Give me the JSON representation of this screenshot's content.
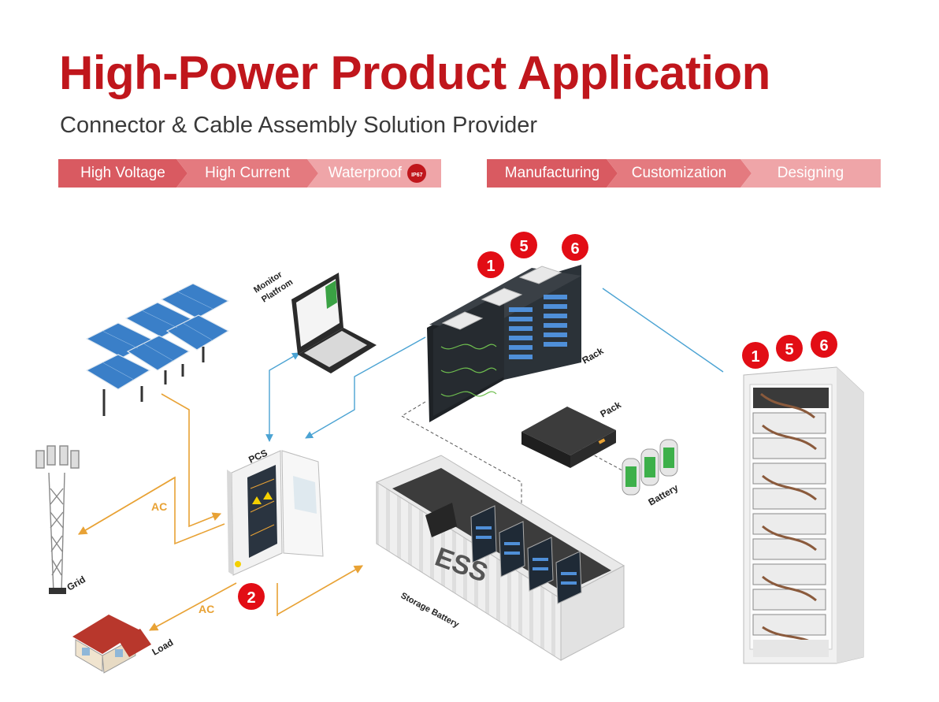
{
  "header": {
    "title": "High-Power Product Application",
    "subtitle": "Connector & Cable Assembly Solution Provider"
  },
  "feature_tags": [
    {
      "label": "High Voltage"
    },
    {
      "label": "High Current"
    },
    {
      "label": "Waterproof",
      "badge": "IP67"
    }
  ],
  "service_tags": [
    {
      "label": "Manufacturing"
    },
    {
      "label": "Customization"
    },
    {
      "label": "Designing"
    }
  ],
  "diagram": {
    "labels": {
      "monitor": [
        "Monitor",
        "Platfrom"
      ],
      "rack": "Rack",
      "pack": "Pack",
      "battery": "Battery",
      "pcs": "PCS",
      "ess": "ESS",
      "storage": "Storage Battery",
      "grid": "Grid",
      "load": "Load",
      "ac_grid": "AC",
      "ac_load": "AC"
    },
    "markers": {
      "rack_1": "1",
      "rack_5": "5",
      "rack_6": "6",
      "cab_1": "1",
      "cab_5": "5",
      "cab_6": "6",
      "pcs_2": "2"
    }
  },
  "colors": {
    "title_red": "#c0161c",
    "tag_bar": "#e26a70",
    "marker_red": "#e20d15",
    "power_line": "#e8a235",
    "data_line": "#4ba3d3"
  }
}
